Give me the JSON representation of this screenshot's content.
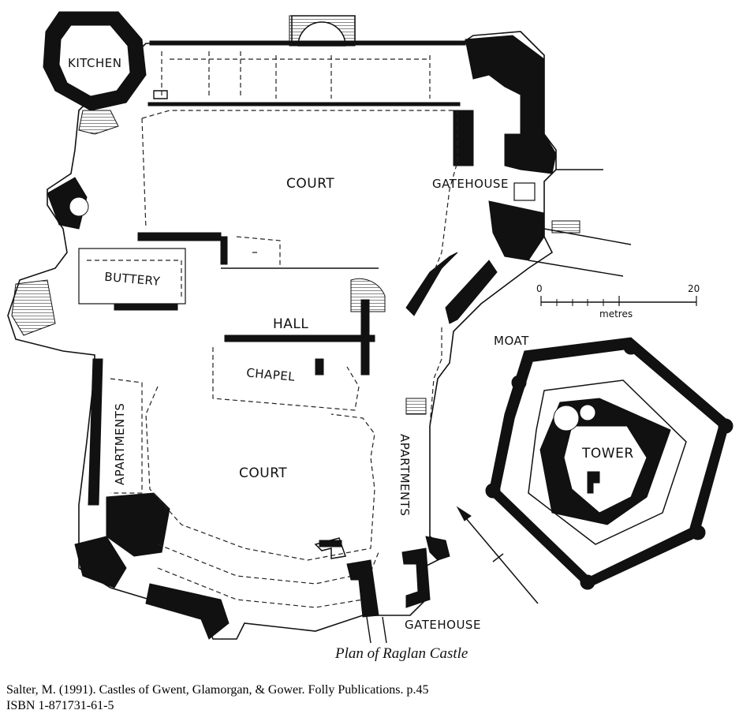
{
  "plan": {
    "labels": {
      "kitchen": "KITCHEN",
      "court_north": "COURT",
      "gatehouse_east": "GATEHOUSE",
      "buttery": "BUTTERY",
      "hall": "HALL",
      "chapel": "CHAPEL",
      "moat": "MOAT",
      "apartments_west": "APARTMENTS",
      "court_south": "COURT",
      "apartments_east": "APARTMENTS",
      "tower": "TOWER",
      "gatehouse_south": "GATEHOUSE"
    },
    "scale": {
      "start": "0",
      "end": "20",
      "unit": "metres"
    },
    "caption": "Plan of Raglan Castle"
  },
  "citation": {
    "line1": "Salter, M. (1991). Castles of Gwent, Glamorgan, & Gower. Folly Publications. p.45",
    "line2": "ISBN 1-871731-61-5"
  }
}
